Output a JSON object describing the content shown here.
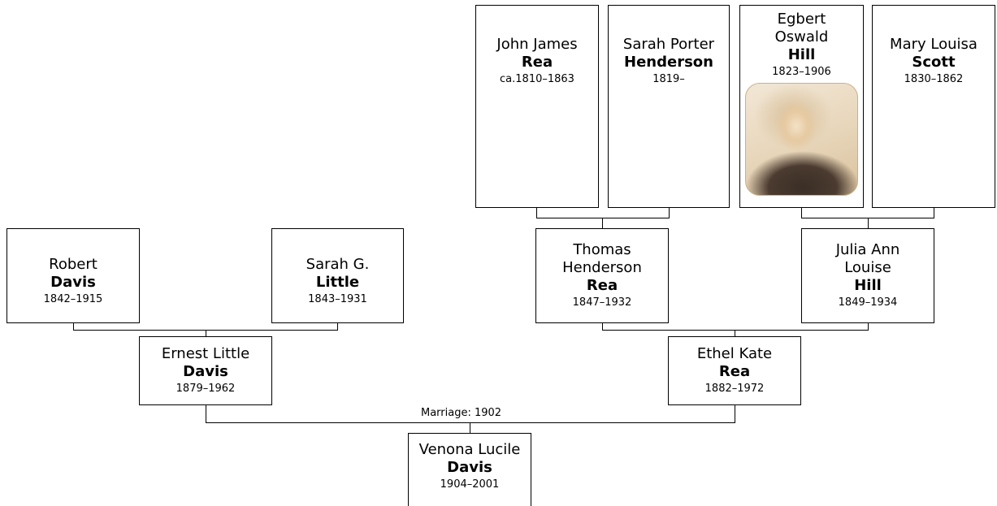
{
  "people": {
    "john_james_rea": {
      "given": "John James",
      "surname": "Rea",
      "dates": "ca.1810–1863"
    },
    "sarah_porter_henderson": {
      "given": "Sarah Porter",
      "surname": "Henderson",
      "dates": "1819–"
    },
    "egbert_oswald_hill": {
      "given1": "Egbert",
      "given2": "Oswald",
      "surname": "Hill",
      "dates": "1823–1906",
      "has_photo": true
    },
    "mary_louisa_scott": {
      "given": "Mary Louisa",
      "surname": "Scott",
      "dates": "1830–1862"
    },
    "robert_davis": {
      "given": "Robert",
      "surname": "Davis",
      "dates": "1842–1915"
    },
    "sarah_g_little": {
      "given": "Sarah G.",
      "surname": "Little",
      "dates": "1843–1931"
    },
    "thomas_henderson_rea": {
      "given1": "Thomas",
      "given2": "Henderson",
      "surname": "Rea",
      "dates": "1847–1932"
    },
    "julia_ann_louise_hill": {
      "given1": "Julia Ann",
      "given2": "Louise",
      "surname": "Hill",
      "dates": "1849–1934"
    },
    "ernest_little_davis": {
      "given": "Ernest Little",
      "surname": "Davis",
      "dates": "1879–1962"
    },
    "ethel_kate_rea": {
      "given": "Ethel Kate",
      "surname": "Rea",
      "dates": "1882–1972"
    },
    "venona_lucile_davis": {
      "given": "Venona Lucile",
      "surname": "Davis",
      "dates": "1904–2001"
    }
  },
  "marriage_label": "Marriage: 1902",
  "colors": {
    "line": "#000000",
    "box_border": "#000000",
    "background": "#ffffff"
  }
}
